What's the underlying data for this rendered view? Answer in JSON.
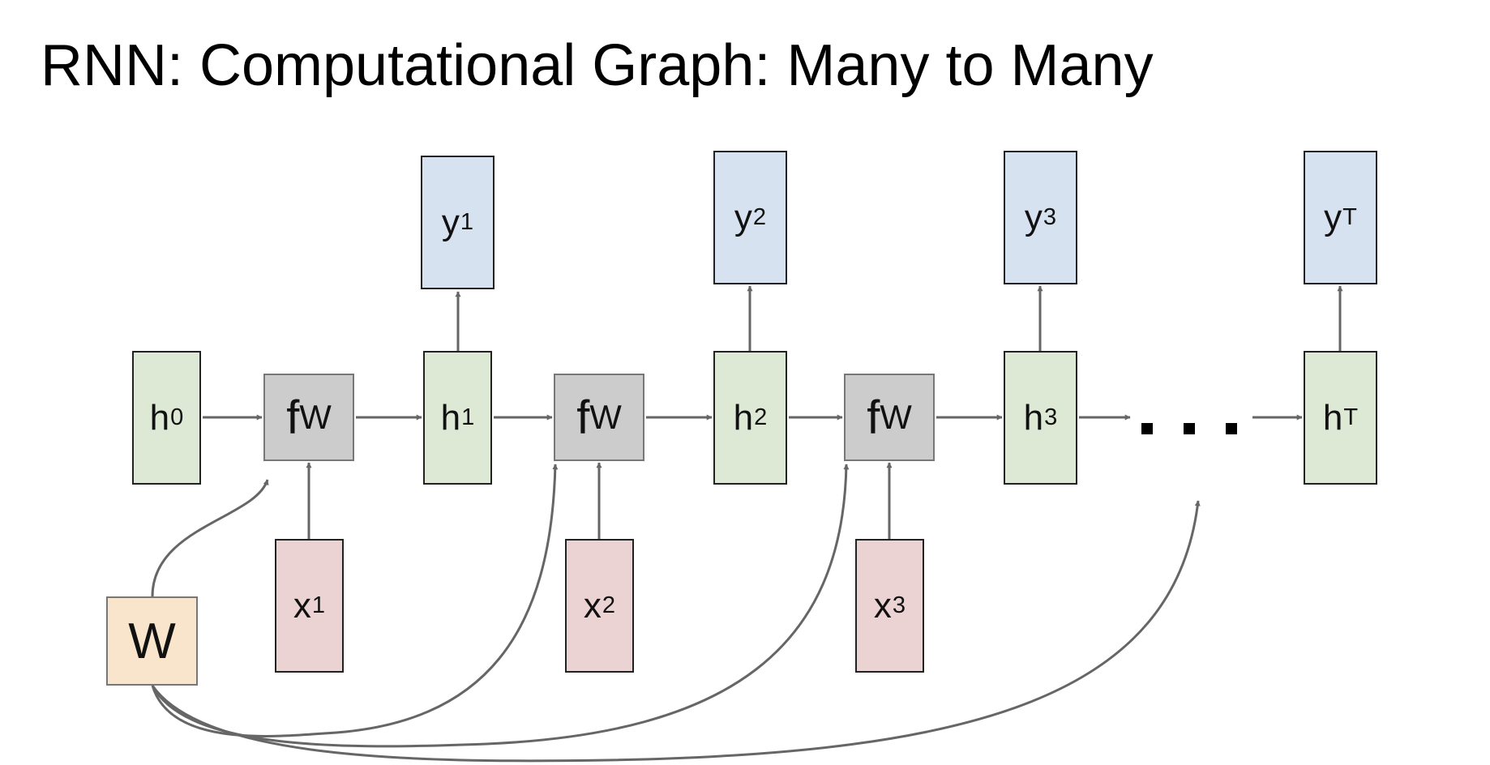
{
  "title": "RNN: Computational Graph: Many to Many",
  "nodes": {
    "h0": {
      "base": "h",
      "sub": "0"
    },
    "h1": {
      "base": "h",
      "sub": "1"
    },
    "h2": {
      "base": "h",
      "sub": "2"
    },
    "h3": {
      "base": "h",
      "sub": "3"
    },
    "hT": {
      "base": "h",
      "sub": "T"
    },
    "y1": {
      "base": "y",
      "sub": "1"
    },
    "y2": {
      "base": "y",
      "sub": "2"
    },
    "y3": {
      "base": "y",
      "sub": "3"
    },
    "yT": {
      "base": "y",
      "sub": "T"
    },
    "x1": {
      "base": "x",
      "sub": "1"
    },
    "x2": {
      "base": "x",
      "sub": "2"
    },
    "x3": {
      "base": "x",
      "sub": "3"
    },
    "fw": {
      "base": "f",
      "sub": "W"
    },
    "w": "W"
  },
  "colors": {
    "hidden": "#dde8d5",
    "output": "#d7e2f0",
    "input": "#ecd3d3",
    "function": "#cccccc",
    "weights": "#f9e5cc",
    "edge": "#666666"
  }
}
